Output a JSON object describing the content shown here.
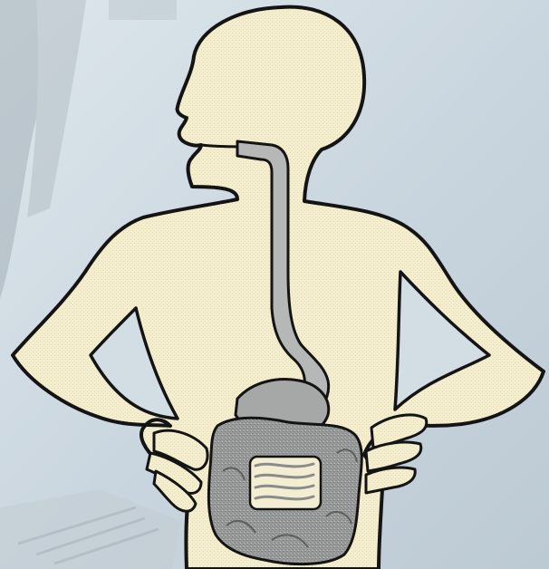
{
  "figure": {
    "subject": "digestive-system",
    "colors": {
      "background": "#c9d5de",
      "background_light": "#dde6ec",
      "body_fill": "#f4edce",
      "body_outline": "#141414",
      "gut_tube": "#b6b7b7",
      "intestine": "#9a9c9c",
      "intestine_dark": "#6e7070",
      "photo_ghost": "#aab4bb"
    },
    "organs": [
      {
        "name": "mouth"
      },
      {
        "name": "esophagus"
      },
      {
        "name": "stomach"
      },
      {
        "name": "small-intestine"
      },
      {
        "name": "large-intestine"
      }
    ]
  }
}
